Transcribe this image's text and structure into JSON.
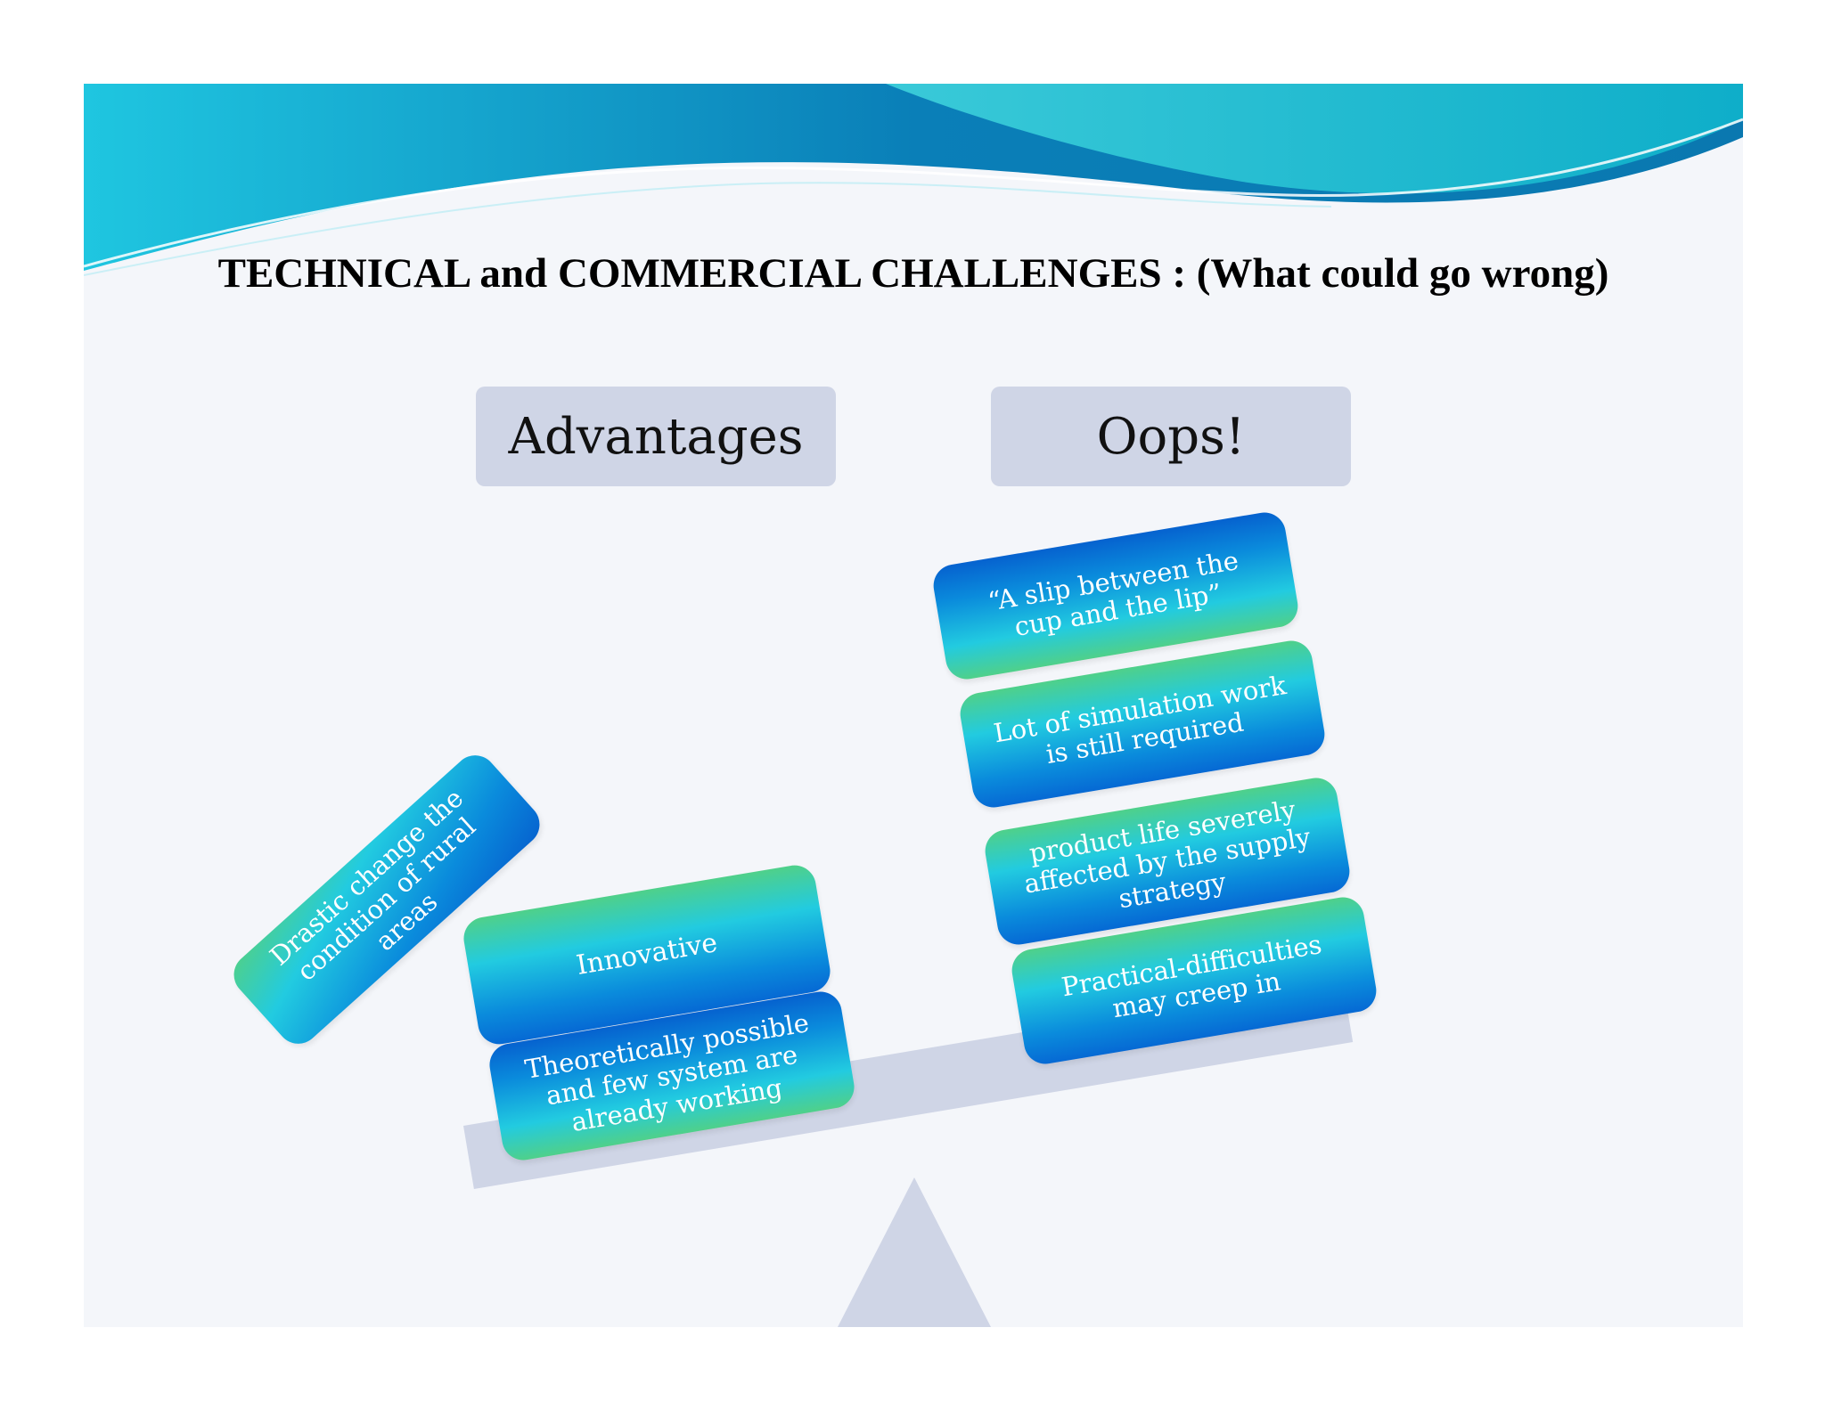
{
  "title": "TECHNICAL and COMMERCIAL CHALLENGES : (What could go wrong)",
  "headers": {
    "left": "Advantages",
    "right": "Oops!"
  },
  "advantages": [
    "Drastic change  the condition of rural areas",
    "Innovative",
    "Theoretically possible and few system are already working"
  ],
  "oops": [
    "“A slip between the cup and the lip”",
    "Lot of simulation work is still required",
    "product life severely affected by the supply strategy",
    "Practical-difficulties may creep in"
  ],
  "colors": {
    "header_box": "#cfd5e6",
    "beam": "#cfd5e6",
    "card_blue": "#0a8bdc",
    "card_cyan": "#22cbe0",
    "card_green": "#4fd08a",
    "wave_dark": "#0a7fb8",
    "wave_light": "#19c6d8"
  }
}
